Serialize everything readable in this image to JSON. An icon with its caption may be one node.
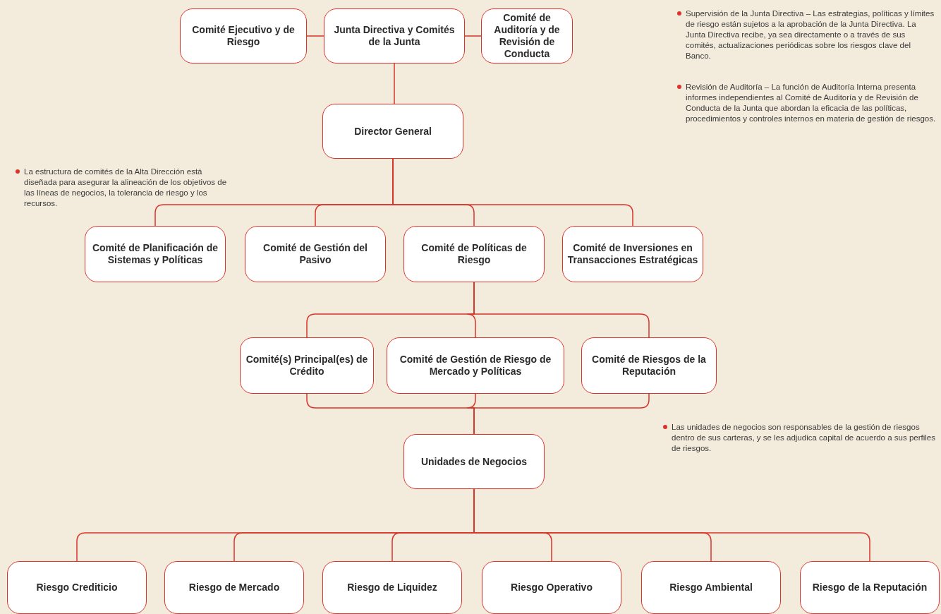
{
  "diagram": {
    "nodes": [
      {
        "text": [
          "Comité Ejecutivo y de Riesgo"
        ]
      },
      {
        "text": [
          "Junta Directiva y Comités de la Junta"
        ]
      },
      {
        "text": [
          "Comité de Auditoría y de Revisión de Conducta"
        ]
      },
      {
        "text": [
          "Director General"
        ]
      },
      {
        "text": [
          "Comité de Planificación de Sistemas y Políticas"
        ]
      },
      {
        "text": [
          "Comité de Gestión del Pasivo"
        ]
      },
      {
        "text": [
          "Comité de Políticas de Riesgo"
        ]
      },
      {
        "text": [
          "Comité de Inversiones en Transacciones Estratégicas"
        ]
      },
      {
        "text": [
          "Comité(s) Principal(es) de Crédito"
        ]
      },
      {
        "text": [
          "Comité de Gestión de Riesgo de Mercado y Políticas"
        ]
      },
      {
        "text": [
          "Comité de Riesgos de la Reputación"
        ]
      },
      {
        "text": [
          "Unidades de Negocios"
        ]
      },
      {
        "text": [
          "Riesgo Crediticio"
        ]
      },
      {
        "text": [
          "Riesgo de Mercado"
        ]
      },
      {
        "text": [
          "Riesgo de Liquidez"
        ]
      },
      {
        "text": [
          "Riesgo Operativo"
        ]
      },
      {
        "text": [
          "Riesgo Ambiental"
        ]
      },
      {
        "text": [
          "Riesgo de la Reputación"
        ]
      }
    ],
    "edges": [
      {
        "from": 0,
        "to": 1,
        "arrow": "none"
      },
      {
        "from": 1,
        "to": 2,
        "arrow": "none"
      },
      {
        "from": 1,
        "to": 3,
        "arrow": "none"
      },
      {
        "from": 3,
        "to": 4,
        "arrow": "none"
      },
      {
        "from": 3,
        "to": 5,
        "arrow": "none"
      },
      {
        "from": 3,
        "to": 6,
        "arrow": "none"
      },
      {
        "from": 3,
        "to": 7,
        "arrow": "none"
      },
      {
        "from": 6,
        "to": 8,
        "arrow": "none"
      },
      {
        "from": 6,
        "to": 9,
        "arrow": "none"
      },
      {
        "from": 6,
        "to": 10,
        "arrow": "none"
      },
      {
        "from": 8,
        "to": 11,
        "arrow": "none"
      },
      {
        "from": 9,
        "to": 11,
        "arrow": "none"
      },
      {
        "from": 10,
        "to": 11,
        "arrow": "none"
      },
      {
        "from": 11,
        "to": 12,
        "arrow": "none"
      },
      {
        "from": 11,
        "to": 13,
        "arrow": "none"
      },
      {
        "from": 11,
        "to": 14,
        "arrow": "none"
      },
      {
        "from": 11,
        "to": 15,
        "arrow": "none"
      },
      {
        "from": 11,
        "to": 16,
        "arrow": "none"
      },
      {
        "from": 11,
        "to": 17,
        "arrow": "none"
      }
    ],
    "labels": [
      "Supervisión de la Junta Directiva – Las estrategias, políticas y límites de riesgo están sujetos a la aprobación de la Junta Directiva. La Junta Directiva recibe, ya sea directamente o a través de sus comités, actualizaciones periódicas sobre los riesgos clave del Banco.",
      "Revisión de Auditoría – La función de Auditoría Interna presenta informes independientes al Comité de Auditoría y de Revisión de Conducta de la Junta que abordan la eficacia de las políticas, procedimientos y controles internos en materia de gestión de riesgos.",
      "La estructura de comités de la Alta Dirección está diseñada para asegurar la alineación de los objetivos de las líneas de negocios, la tolerancia de riesgo y los recursos.",
      "Las unidades de negocios son responsables de la gestión de riesgos dentro de sus carteras, y se les adjudica capital de acuerdo a sus perfiles de riesgos."
    ]
  }
}
